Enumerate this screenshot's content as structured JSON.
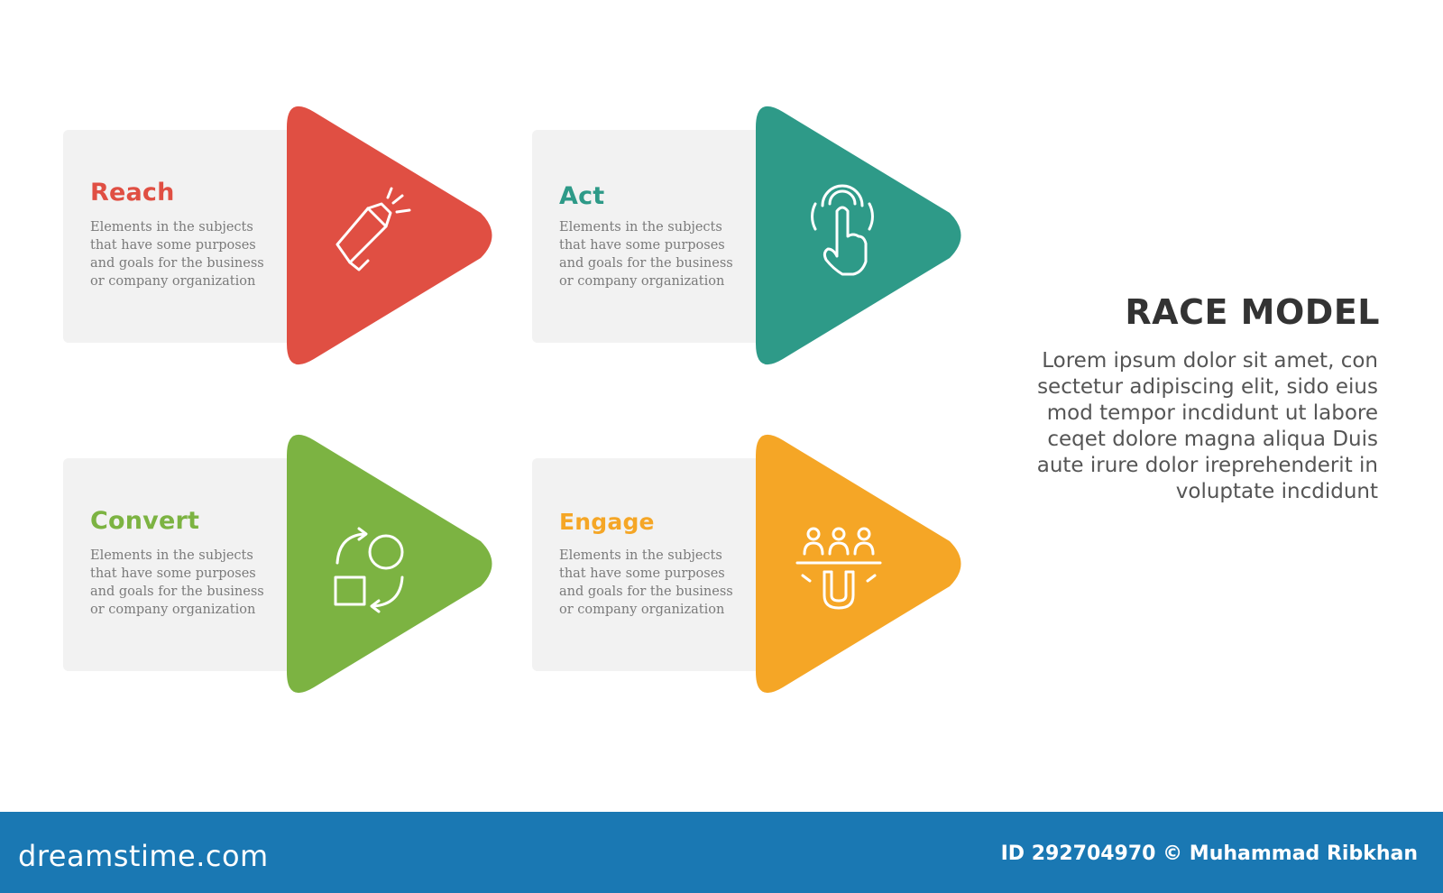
{
  "cards": [
    {
      "title": "Reach",
      "color": "#e04f43",
      "icon": "megaphone-icon",
      "desc": [
        "Elements in the subjects",
        "that have some purposes",
        "and goals for the  business",
        "or company organization"
      ]
    },
    {
      "title": "Act",
      "color": "#2e9a88",
      "icon": "tap-hand-icon",
      "desc": [
        "Elements in the subjects",
        "that have some purposes",
        "and goals for the  business",
        "or company organization"
      ]
    },
    {
      "title": "Convert",
      "color": "#7cb342",
      "icon": "shapes-cycle-icon",
      "desc": [
        "Elements in the subjects",
        "that have some purposes",
        "and goals for the  business",
        "or company organization"
      ]
    },
    {
      "title": "Engage",
      "color": "#f5a626",
      "icon": "magnet-people-icon",
      "desc": [
        "Elements in the subjects",
        "that have some purposes",
        "and goals for the  business",
        "or company organization"
      ]
    }
  ],
  "side": {
    "title": "RACE MODEL",
    "lines": [
      "Lorem ipsum dolor sit amet, con",
      "sectetur adipiscing elit, sido eius",
      "mod tempor incdidunt ut labore",
      "ceqet dolore magna aliqua Duis",
      "aute irure dolor ireprehenderit in",
      "voluptate incdidunt"
    ]
  },
  "footer": {
    "brand": "dreamstime.com",
    "credit": "ID 292704970 © Muhammad Ribkhan",
    "color": "#1a78b3"
  }
}
